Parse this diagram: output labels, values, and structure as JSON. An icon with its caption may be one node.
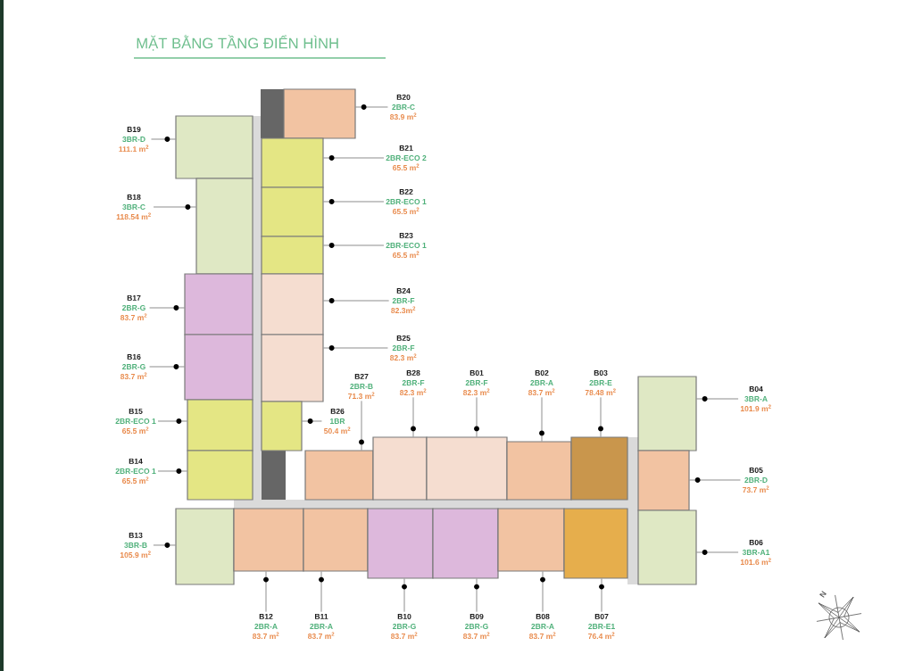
{
  "diagram": {
    "title": "MẶT BẰNG TẦNG ĐIỂN HÌNH",
    "nodes": [
      {
        "text": [
          "B19",
          "3BR-D",
          "111.1 m$^{2}$"
        ]
      },
      {
        "text": [
          "B18",
          "3BR-C",
          "118.54 m$^{2}$"
        ]
      },
      {
        "text": [
          "B17",
          "2BR-G",
          "83.7 m$^{2}$"
        ]
      },
      {
        "text": [
          "B16",
          "2BR-G",
          "83.7 m$^{2}$"
        ]
      },
      {
        "text": [
          "B15",
          "2BR-ECO 1",
          "65.5 m$^{2}$"
        ]
      },
      {
        "text": [
          "B14",
          "2BR-ECO 1",
          "65.5 m$^{2}$"
        ]
      },
      {
        "text": [
          "B13",
          "3BR-B",
          "105.9 m$^{2}$"
        ]
      },
      {
        "text": [
          "B20",
          "2BR-C",
          "83.9 m$^{2}$"
        ]
      },
      {
        "text": [
          "B21",
          "2BR-ECO 2",
          "65.5 m$^{2}$"
        ]
      },
      {
        "text": [
          "B22",
          "2BR-ECO 1",
          "65.5 m$^{2}$"
        ]
      },
      {
        "text": [
          "B23",
          "2BR-ECO 1",
          "65.5 m$^{2}$"
        ]
      },
      {
        "text": [
          "B24",
          "2BR-F",
          "82.3m$^{2}$"
        ]
      },
      {
        "text": [
          "B25",
          "2BR-F",
          "82.3 m$^{2}$"
        ]
      },
      {
        "text": [
          "B27",
          "2BR-B",
          "71.3 m$^{2}$"
        ]
      },
      {
        "text": [
          "B26",
          "1BR",
          "50.4 m$^{2}$"
        ]
      },
      {
        "text": [
          "B28",
          "2BR-F",
          "82.3 m$^{2}$"
        ]
      },
      {
        "text": [
          "B01",
          "2BR-F",
          "82.3 m$^{2}$"
        ]
      },
      {
        "text": [
          "B02",
          "2BR-A",
          "83.7 m$^{2}$"
        ]
      },
      {
        "text": [
          "B03",
          "2BR-E",
          "78.48 m$^{2}$"
        ]
      },
      {
        "text": [
          "B04",
          "3BR-A",
          "101.9 m$^{2}$"
        ]
      },
      {
        "text": [
          "B05",
          "2BR-D",
          "73.7 m$^{2}$"
        ]
      },
      {
        "text": [
          "B06",
          "3BR-A1",
          "101.6 m$^{2}$"
        ]
      },
      {
        "text": [
          "B12",
          "2BR-A",
          "83.7 m$^{2}$"
        ]
      },
      {
        "text": [
          "B11",
          "2BR-A",
          "83.7 m$^{2}$"
        ]
      },
      {
        "text": [
          "B10",
          "2BR-G",
          "83.7 m$^{2}$"
        ]
      },
      {
        "text": [
          "B09",
          "2BR-G",
          "83.7 m$^{2}$"
        ]
      },
      {
        "text": [
          "B08",
          "2BR-A",
          "83.7 m$^{2}$"
        ]
      },
      {
        "text": [
          "B07",
          "2BR-E1",
          "76.4 m$^{2}$"
        ]
      },
      {
        "text": [],
        "shape": "box"
      },
      {
        "text": [],
        "shape": "box"
      },
      {
        "text": [],
        "shape": "box"
      },
      {
        "text": [],
        "shape": "box"
      },
      {
        "text": [],
        "shape": "box"
      },
      {
        "text": [],
        "shape": "box"
      },
      {
        "text": [],
        "shape": "box"
      },
      {
        "text": [],
        "shape": "box"
      },
      {
        "text": [],
        "shape": "box"
      },
      {
        "text": [],
        "shape": "box"
      },
      {
        "text": [],
        "shape": "box"
      },
      {
        "text": [],
        "shape": "box"
      },
      {
        "text": [],
        "shape": "box"
      },
      {
        "text": [],
        "shape": "box"
      },
      {
        "text": [],
        "shape": "box"
      },
      {
        "text": [],
        "shape": "box"
      },
      {
        "text": [],
        "shape": "box"
      },
      {
        "text": [],
        "shape": "box"
      },
      {
        "text": [],
        "shape": "box"
      },
      {
        "text": [],
        "shape": "box"
      },
      {
        "text": [],
        "shape": "box"
      },
      {
        "text": [],
        "shape": "box"
      },
      {
        "text": [],
        "shape": "box"
      },
      {
        "text": [],
        "shape": "box"
      },
      {
        "text": [],
        "shape": "box"
      },
      {
        "text": [],
        "shape": "box"
      },
      {
        "text": [],
        "shape": "box"
      },
      {
        "text": [],
        "shape": "box"
      }
    ],
    "edges": [
      {
        "from": 0,
        "to": 28,
        "arrow": "none"
      },
      {
        "from": 1,
        "to": 29,
        "arrow": "none"
      },
      {
        "from": 2,
        "to": 30,
        "arrow": "none"
      },
      {
        "from": 3,
        "to": 31,
        "arrow": "none"
      },
      {
        "from": 4,
        "to": 32,
        "arrow": "none"
      },
      {
        "from": 5,
        "to": 33,
        "arrow": "none"
      },
      {
        "from": 6,
        "to": 34,
        "arrow": "none"
      },
      {
        "from": 7,
        "to": 35,
        "arrow": "none"
      },
      {
        "from": 8,
        "to": 36,
        "arrow": "none"
      },
      {
        "from": 9,
        "to": 37,
        "arrow": "none"
      },
      {
        "from": 10,
        "to": 38,
        "arrow": "none"
      },
      {
        "from": 11,
        "to": 39,
        "arrow": "none"
      },
      {
        "from": 12,
        "to": 40,
        "arrow": "none"
      },
      {
        "from": 13,
        "to": 41,
        "arrow": "none"
      },
      {
        "from": 14,
        "to": 42,
        "arrow": "none"
      },
      {
        "from": 15,
        "to": 43,
        "arrow": "none"
      },
      {
        "from": 16,
        "to": 44,
        "arrow": "none"
      },
      {
        "from": 17,
        "to": 45,
        "arrow": "none"
      },
      {
        "from": 18,
        "to": 46,
        "arrow": "none"
      },
      {
        "from": 19,
        "to": 47,
        "arrow": "none"
      },
      {
        "from": 20,
        "to": 48,
        "arrow": "none"
      },
      {
        "from": 21,
        "to": 49,
        "arrow": "none"
      },
      {
        "from": 22,
        "to": 50,
        "arrow": "none"
      },
      {
        "from": 23,
        "to": 51,
        "arrow": "none"
      },
      {
        "from": 24,
        "to": 52,
        "arrow": "none"
      },
      {
        "from": 25,
        "to": 53,
        "arrow": "none"
      },
      {
        "from": 26,
        "to": 54,
        "arrow": "none"
      },
      {
        "from": 27,
        "to": 55,
        "arrow": "none"
      }
    ],
    "labels": [
      "N"
    ]
  }
}
